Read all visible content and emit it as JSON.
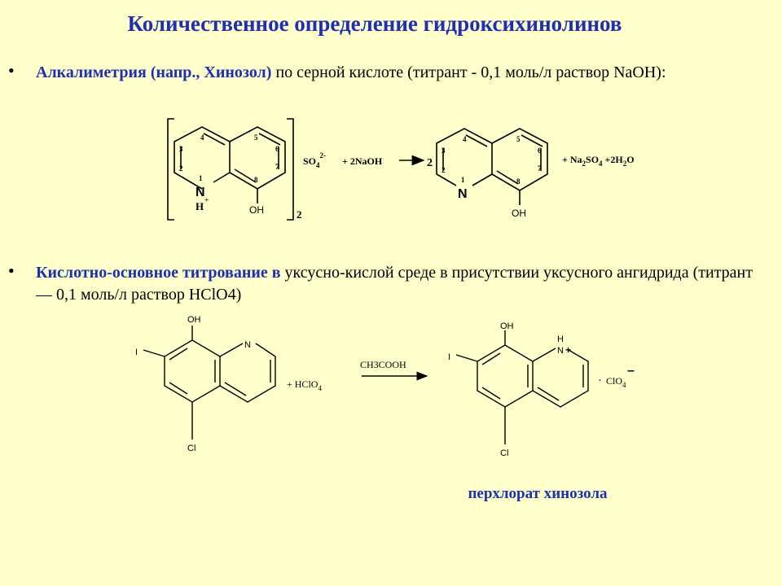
{
  "title": "Количественное определение гидроксихинолинов",
  "bullets": [
    {
      "symbol": "•",
      "highlight": "Алкалиметрия (напр., Хинозол)",
      "text": " по серной кислоте (титрант - 0,1 моль/л раствор NaOH):"
    },
    {
      "symbol": "•",
      "highlight": "Кислотно-основное титрование в",
      "text": " уксусно-кислой среде в присутствии уксусного ангидрида (титрант — 0,1 моль/л раствор HClO4)"
    }
  ],
  "scheme1": {
    "atom_n": "N",
    "atom_h": "H",
    "h_charge": "+",
    "oh": "OH",
    "numbers": [
      "1",
      "2",
      "3",
      "4",
      "5",
      "6",
      "7",
      "8"
    ],
    "bracket_sub": "2",
    "so4_main": "SO",
    "so4_sub": "4",
    "so4_sup": "2-",
    "reagent": "+ 2NaOH",
    "coef": "2",
    "prod_pre": "+ Na",
    "prod_sub1": "2",
    "prod_mid": "SO",
    "prod_sub2": "4",
    "prod_mid2": " +2H",
    "prod_sub3": "2",
    "prod_end": "O"
  },
  "scheme2": {
    "oh": "OH",
    "i": "I",
    "n": "N",
    "cl": "Cl",
    "reagent_main": "+ HClO",
    "reagent_sub": "4",
    "arrow_label": "CH3COOH",
    "prod_oh": "OH",
    "prod_i": "I",
    "prod_h": "H",
    "prod_n": "N",
    "prod_plus": "+",
    "prod_cl": "Cl",
    "dot": "·",
    "clo4_main": "ClO",
    "clo4_sub": "4",
    "clo4_minus": "–"
  },
  "caption": "перхлорат хинозола"
}
